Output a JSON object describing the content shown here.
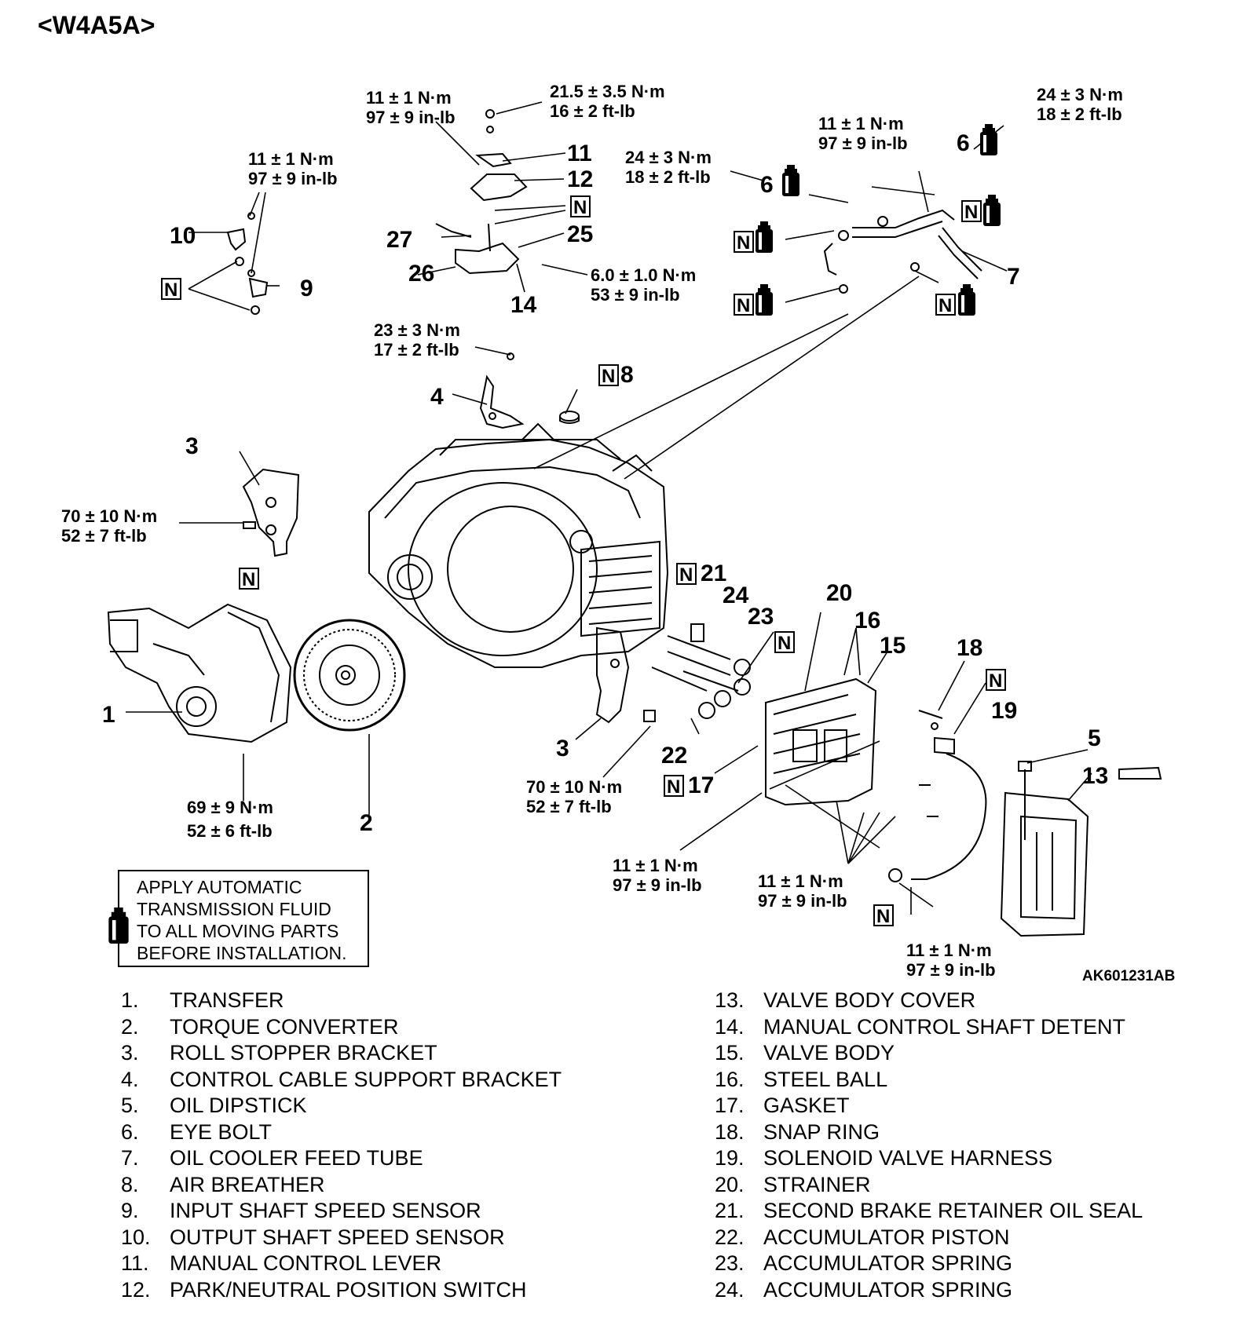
{
  "page_title": "<W4A5A>",
  "figure_id": "AK601231AB",
  "new_part_mark": "N",
  "note": {
    "text": "APPLY AUTOMATIC\nTRANSMISSION FLUID\nTO ALL MOVING PARTS\nBEFORE INSTALLATION.",
    "icon": "fluid-bottle-icon"
  },
  "callouts": [
    "1",
    "2",
    "3",
    "3",
    "4",
    "5",
    "6",
    "6",
    "7",
    "8",
    "9",
    "10",
    "11",
    "12",
    "13",
    "14",
    "15",
    "16",
    "17",
    "18",
    "19",
    "20",
    "21",
    "22",
    "23",
    "24",
    "25",
    "26",
    "27"
  ],
  "torque_specs": [
    [
      "11 ± 1 N·m",
      "97 ± 9 in-lb"
    ],
    [
      "21.5 ± 3.5 N·m",
      "16 ± 2 ft-lb"
    ],
    [
      "11 ± 1 N·m",
      "97 ± 9 in-lb"
    ],
    [
      "24 ± 3 N·m",
      "18 ± 2 ft-lb"
    ],
    [
      "11 ± 1 N·m",
      "97 ± 9 in-lb"
    ],
    [
      "24 ± 3 N·m",
      "18 ± 2 ft-lb"
    ],
    [
      "6.0 ± 1.0 N·m",
      "53 ± 9 in-lb"
    ],
    [
      "23 ± 3 N·m",
      "17 ± 2 ft-lb"
    ],
    [
      "70 ± 10 N·m",
      "52 ± 7 ft-lb"
    ],
    [
      "69 ± 9 N·m",
      "52 ± 6 ft-lb"
    ],
    [
      "70 ± 10 N·m",
      "52 ± 7 ft-lb"
    ],
    [
      "11 ± 1 N·m",
      "97 ± 9 in-lb"
    ],
    [
      "11 ± 1 N·m",
      "97 ± 9 in-lb"
    ],
    [
      "11 ± 1 N·m",
      "97 ± 9 in-lb"
    ]
  ],
  "legend_left": [
    {
      "num": "1.",
      "name": "TRANSFER"
    },
    {
      "num": "2.",
      "name": "TORQUE CONVERTER"
    },
    {
      "num": "3.",
      "name": "ROLL STOPPER BRACKET"
    },
    {
      "num": "4.",
      "name": "CONTROL CABLE SUPPORT BRACKET"
    },
    {
      "num": "5.",
      "name": "OIL DIPSTICK"
    },
    {
      "num": "6.",
      "name": "EYE BOLT"
    },
    {
      "num": "7.",
      "name": "OIL COOLER FEED TUBE"
    },
    {
      "num": "8.",
      "name": "AIR BREATHER"
    },
    {
      "num": "9.",
      "name": "INPUT SHAFT SPEED SENSOR"
    },
    {
      "num": "10.",
      "name": "OUTPUT SHAFT SPEED SENSOR"
    },
    {
      "num": "11.",
      "name": "MANUAL CONTROL LEVER"
    },
    {
      "num": "12.",
      "name": "PARK/NEUTRAL POSITION SWITCH"
    }
  ],
  "legend_right": [
    {
      "num": "13.",
      "name": "VALVE BODY COVER"
    },
    {
      "num": "14.",
      "name": "MANUAL CONTROL SHAFT DETENT"
    },
    {
      "num": "15.",
      "name": "VALVE BODY"
    },
    {
      "num": "16.",
      "name": "STEEL BALL"
    },
    {
      "num": "17.",
      "name": "GASKET"
    },
    {
      "num": "18.",
      "name": "SNAP RING"
    },
    {
      "num": "19.",
      "name": "SOLENOID VALVE HARNESS"
    },
    {
      "num": "20.",
      "name": "STRAINER"
    },
    {
      "num": "21.",
      "name": "SECOND BRAKE RETAINER OIL SEAL"
    },
    {
      "num": "22.",
      "name": "ACCUMULATOR PISTON"
    },
    {
      "num": "23.",
      "name": "ACCUMULATOR SPRING"
    },
    {
      "num": "24.",
      "name": "ACCUMULATOR SPRING"
    }
  ]
}
